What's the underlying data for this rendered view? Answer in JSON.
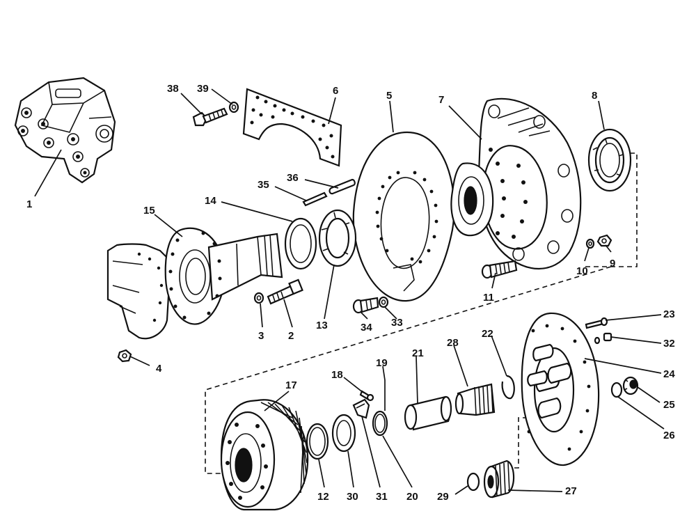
{
  "callouts": {
    "p1": "1",
    "p2": "2",
    "p3": "3",
    "p4": "4",
    "p5": "5",
    "p6": "6",
    "p7": "7",
    "p8": "8",
    "p9": "9",
    "p10": "10",
    "p11": "11",
    "p12": "12",
    "p13": "13",
    "p14": "14",
    "p15": "15",
    "p17": "17",
    "p18": "18",
    "p19": "19",
    "p20": "20",
    "p21": "21",
    "p22": "22",
    "p23": "23",
    "p24": "24",
    "p25": "25",
    "p26": "26",
    "p27": "27",
    "p28": "28",
    "p29": "29",
    "p30": "30",
    "p31": "31",
    "p32": "32",
    "p33": "33",
    "p34": "34",
    "p35": "35",
    "p36": "36",
    "p38": "38",
    "p39": "39"
  },
  "colors": {
    "ink": "#111111",
    "paper": "#ffffff"
  }
}
